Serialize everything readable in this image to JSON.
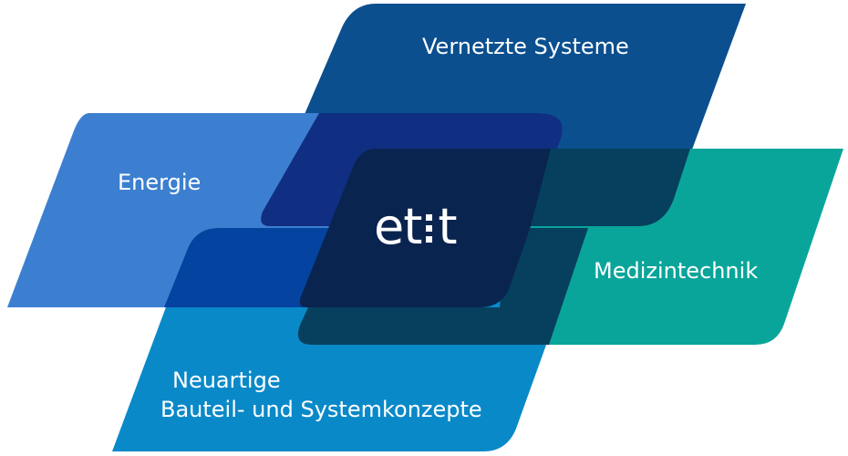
{
  "diagram": {
    "areas": [
      {
        "key": "vernetzte",
        "label": "Vernetzte Systeme",
        "color": "#0b4f8f"
      },
      {
        "key": "energie",
        "label": "Energie",
        "color": "#3c7fd0"
      },
      {
        "key": "medizin",
        "label": "Medizintechnik",
        "color": "#0aa59a"
      },
      {
        "key": "neuartig",
        "label_line1": "Neuartige",
        "label_line2": "Bauteil- und Systemkonzepte",
        "color": "#0a89c8"
      }
    ],
    "overlap_colors": {
      "vernetzte_energie": "#102f82",
      "vernetzte_medizin": "#06405e",
      "energie_neuartig": "#0444a0",
      "center": "#0a2450"
    },
    "logo": {
      "left": "et",
      "right": "t",
      "separator_icon": "colon-dots-icon"
    }
  }
}
